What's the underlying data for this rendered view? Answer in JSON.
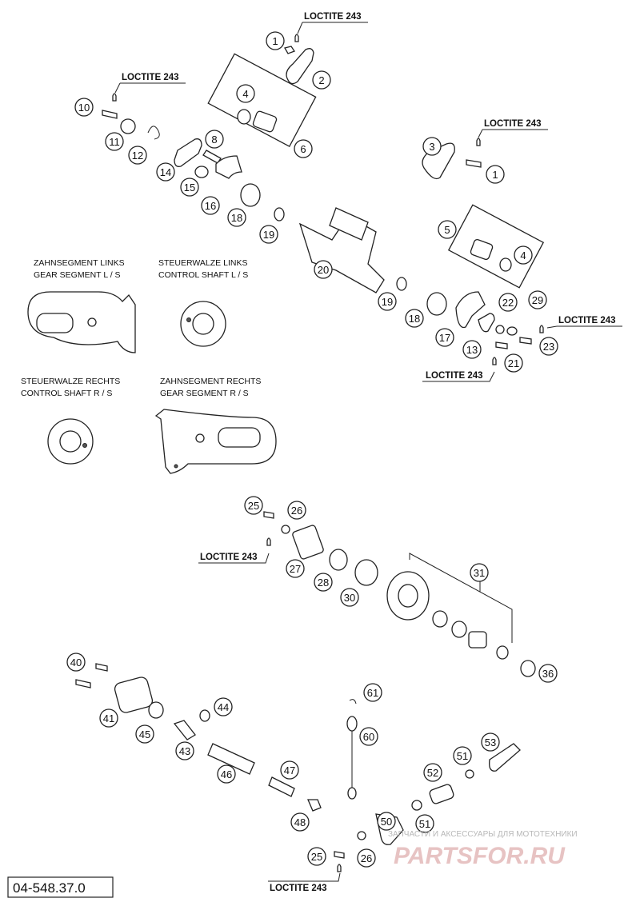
{
  "diagram_code": "04-548.37.0",
  "loctite_label": "LOCTITE 243",
  "loctite_notes": [
    {
      "id": "loc-1",
      "text": "LOCTITE 243"
    },
    {
      "id": "loc-2",
      "text": "LOCTITE 243"
    },
    {
      "id": "loc-3",
      "text": "LOCTITE 243"
    },
    {
      "id": "loc-4",
      "text": "LOCTITE 243"
    },
    {
      "id": "loc-5",
      "text": "LOCTITE 243"
    },
    {
      "id": "loc-6",
      "text": "LOCTITE 243"
    },
    {
      "id": "loc-7",
      "text": "LOCTITE 243"
    }
  ],
  "insets": {
    "gear_segment_left": {
      "line1": "ZAHNSEGMENT LINKS",
      "line2": "GEAR SEGMENT L / S"
    },
    "control_shaft_left": {
      "line1": "STEUERWALZE LINKS",
      "line2": "CONTROL SHAFT L / S"
    },
    "control_shaft_right": {
      "line1": "STEUERWALZE RECHTS",
      "line2": "CONTROL SHAFT R / S"
    },
    "gear_segment_right": {
      "line1": "ZAHNSEGMENT RECHTS",
      "line2": "GEAR SEGMENT R / S"
    }
  },
  "callouts": [
    "1",
    "2",
    "4",
    "6",
    "10",
    "11",
    "12",
    "8",
    "14",
    "15",
    "16",
    "18",
    "19",
    "3",
    "1",
    "5",
    "4",
    "20",
    "19",
    "18",
    "17",
    "13",
    "22",
    "29",
    "23",
    "21",
    "25",
    "26",
    "27",
    "28",
    "30",
    "31",
    "36",
    "40",
    "41",
    "45",
    "44",
    "43",
    "46",
    "47",
    "48",
    "61",
    "60",
    "50",
    "53",
    "51",
    "52",
    "51",
    "25",
    "26"
  ],
  "watermark": {
    "line": "ЗАПЧАСТИ И АКСЕССУАРЫ ДЛЯ МОТОТЕХНИКИ",
    "logo": "PARTSFOR.RU"
  }
}
